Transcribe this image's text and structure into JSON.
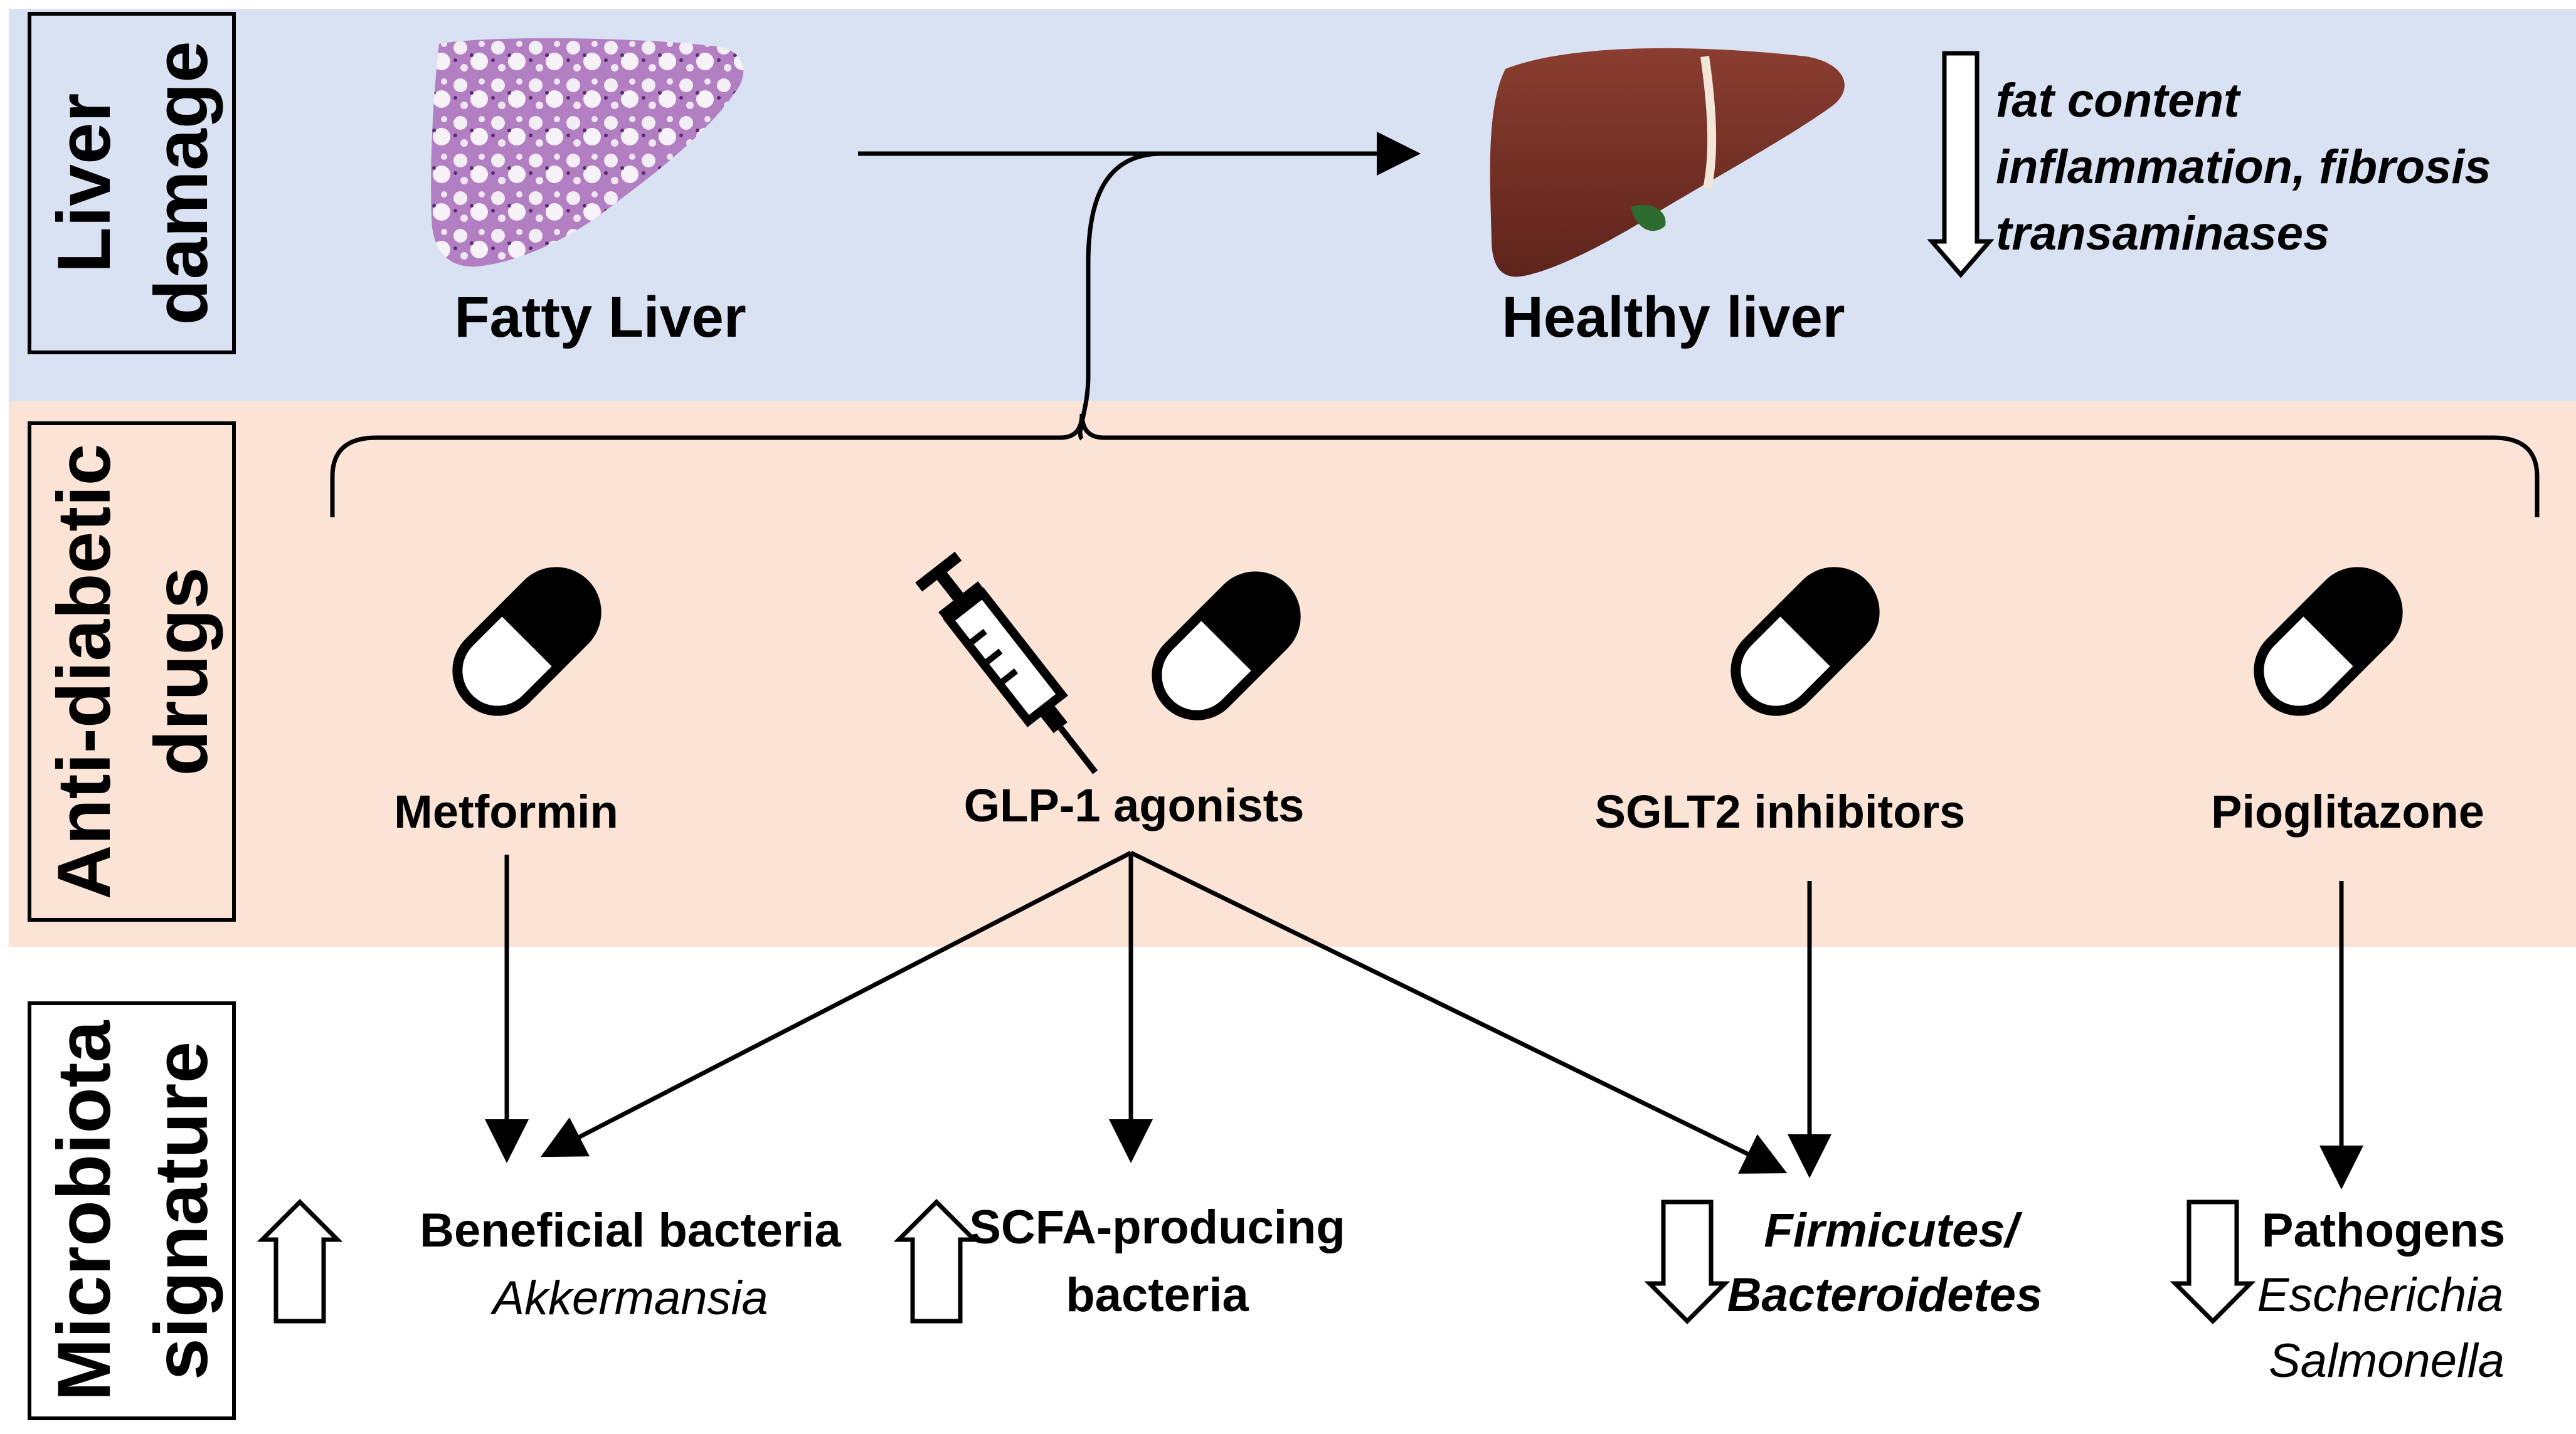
{
  "colors": {
    "liver_band": "#d9e2f2",
    "drugs_band": "#fbe3d6",
    "microbiota_band": "#ffffff",
    "fatty_liver_tissue": "#b37fc3",
    "healthy_liver": "#7a3328"
  },
  "bands": {
    "liver": {
      "label_line1": "Liver",
      "label_line2": "damage"
    },
    "drugs": {
      "label_line1": "Anti-diabetic",
      "label_line2": "drugs"
    },
    "microbiota": {
      "label_line1": "Microbiota",
      "label_line2": "signature"
    }
  },
  "liver": {
    "fatty_label": "Fatty Liver",
    "healthy_label": "Healthy liver",
    "effects_direction": "down",
    "effects": [
      "fat content",
      "inflammation, fibrosis",
      "transaminases"
    ]
  },
  "drugs": [
    {
      "name": "Metformin",
      "icons": [
        "capsule-icon"
      ]
    },
    {
      "name": "GLP-1 agonists",
      "icons": [
        "syringe-icon",
        "capsule-icon"
      ]
    },
    {
      "name": "SGLT2 inhibitors",
      "icons": [
        "capsule-icon"
      ]
    },
    {
      "name": "Pioglitazone",
      "icons": [
        "capsule-icon"
      ]
    }
  ],
  "microbiota": [
    {
      "direction": "up",
      "line1": "Beneficial bacteria",
      "line2": "Akkermansia"
    },
    {
      "direction": "up",
      "line1": "SCFA-producing",
      "line2": "bacteria"
    },
    {
      "direction": "down",
      "line1": "Firmicutes/",
      "line2": "Bacteroidetes"
    },
    {
      "direction": "down",
      "line1": "Pathogens",
      "line2": "Escherichia",
      "line3": "Salmonella"
    }
  ]
}
